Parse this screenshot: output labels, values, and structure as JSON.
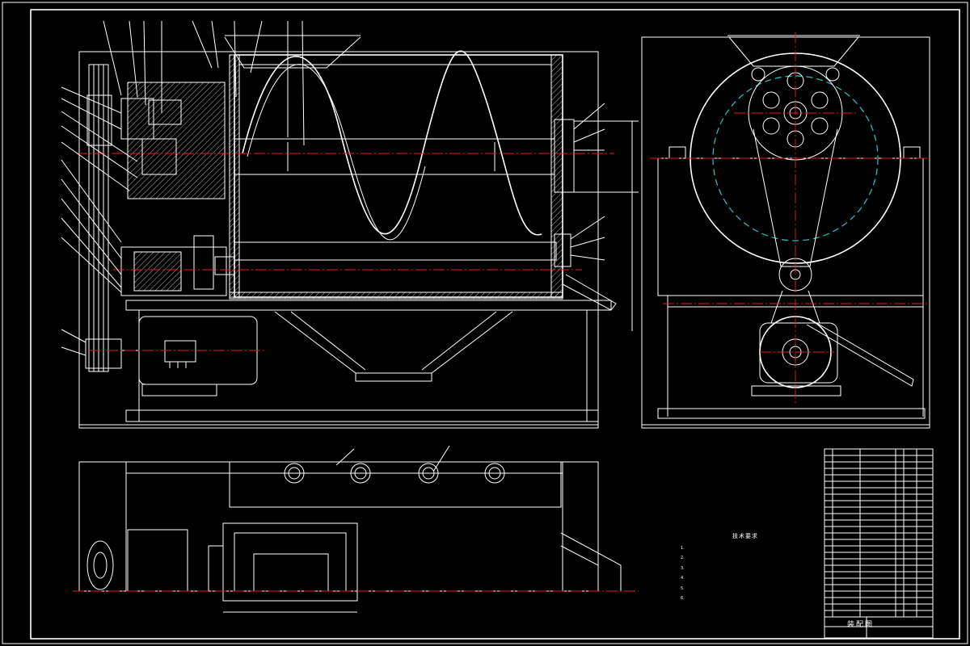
{
  "drawing": {
    "type": "mechanical assembly drawing",
    "colors": {
      "background": "#000000",
      "lines": "#ffffff",
      "centerlines": "#e02020",
      "pitch_circle": "#27c6c6",
      "bolts": "#27c6c6"
    }
  },
  "dimensions": {
    "front_width": "",
    "side_width": "",
    "bottom_w1": "",
    "bottom_w2": ""
  },
  "notes": {
    "title": "技术要求",
    "items": [
      "1.",
      "2.",
      "3.",
      "4.",
      "",
      "5.",
      "6."
    ]
  },
  "title_block": {
    "name": "装配图",
    "scale": "",
    "sheet": "",
    "material": ""
  }
}
